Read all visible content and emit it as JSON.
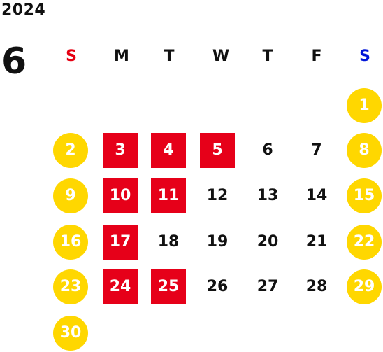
{
  "calendar": {
    "year": "2024",
    "month": "6",
    "weekdays": [
      "S",
      "M",
      "T",
      "W",
      "T",
      "F",
      "S"
    ],
    "first_weekday_index": 6,
    "days": [
      {
        "n": "1",
        "type": "weekend"
      },
      {
        "n": "2",
        "type": "weekend"
      },
      {
        "n": "3",
        "type": "closed"
      },
      {
        "n": "4",
        "type": "closed"
      },
      {
        "n": "5",
        "type": "closed"
      },
      {
        "n": "6",
        "type": "normal"
      },
      {
        "n": "7",
        "type": "normal"
      },
      {
        "n": "8",
        "type": "weekend"
      },
      {
        "n": "9",
        "type": "weekend"
      },
      {
        "n": "10",
        "type": "closed"
      },
      {
        "n": "11",
        "type": "closed"
      },
      {
        "n": "12",
        "type": "normal"
      },
      {
        "n": "13",
        "type": "normal"
      },
      {
        "n": "14",
        "type": "normal"
      },
      {
        "n": "15",
        "type": "weekend"
      },
      {
        "n": "16",
        "type": "weekend"
      },
      {
        "n": "17",
        "type": "closed"
      },
      {
        "n": "18",
        "type": "normal"
      },
      {
        "n": "19",
        "type": "normal"
      },
      {
        "n": "20",
        "type": "normal"
      },
      {
        "n": "21",
        "type": "normal"
      },
      {
        "n": "22",
        "type": "weekend"
      },
      {
        "n": "23",
        "type": "weekend"
      },
      {
        "n": "24",
        "type": "closed"
      },
      {
        "n": "25",
        "type": "closed"
      },
      {
        "n": "26",
        "type": "normal"
      },
      {
        "n": "27",
        "type": "normal"
      },
      {
        "n": "28",
        "type": "normal"
      },
      {
        "n": "29",
        "type": "weekend"
      },
      {
        "n": "30",
        "type": "weekend"
      }
    ]
  },
  "colors": {
    "sunday_header": "#e60012",
    "saturday_header": "#0015d8",
    "weekend_circle": "#ffd700",
    "closed_square": "#e60019",
    "text": "#111111"
  }
}
